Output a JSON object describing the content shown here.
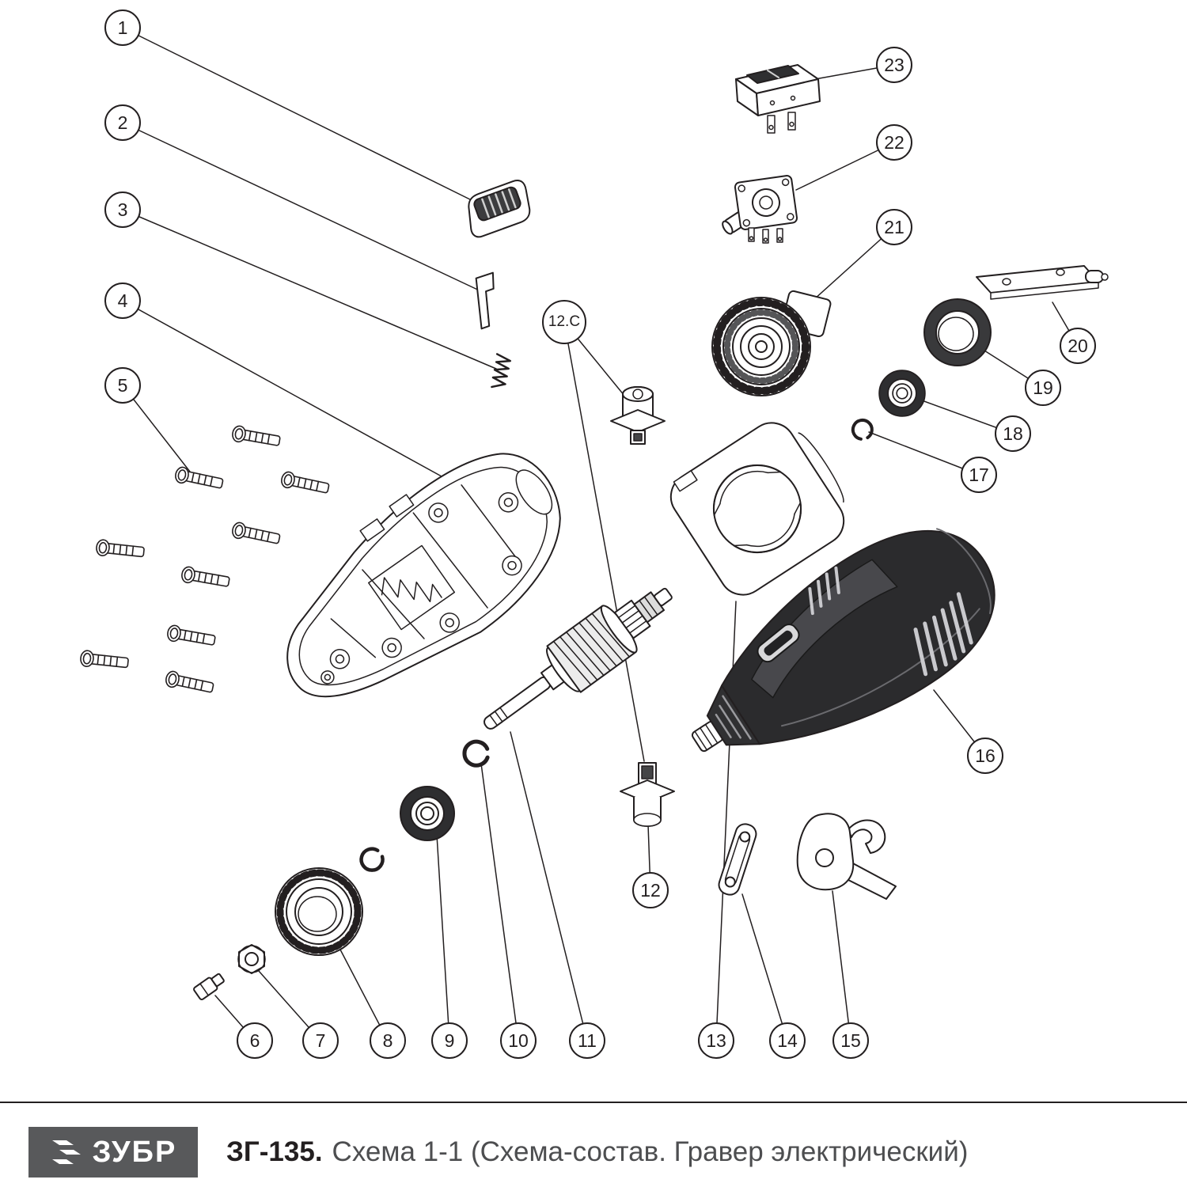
{
  "colors": {
    "ink": "#231f20",
    "background": "#ffffff",
    "brand_box": "#58595b",
    "housing_dark": "#2b2b2d"
  },
  "callouts": [
    {
      "label": "1"
    },
    {
      "label": "2"
    },
    {
      "label": "3"
    },
    {
      "label": "4"
    },
    {
      "label": "5"
    },
    {
      "label": "6"
    },
    {
      "label": "7"
    },
    {
      "label": "8"
    },
    {
      "label": "9"
    },
    {
      "label": "10"
    },
    {
      "label": "11"
    },
    {
      "label": "12"
    },
    {
      "label": "13"
    },
    {
      "label": "14"
    },
    {
      "label": "15"
    },
    {
      "label": "16"
    },
    {
      "label": "17"
    },
    {
      "label": "18"
    },
    {
      "label": "19"
    },
    {
      "label": "20"
    },
    {
      "label": "21"
    },
    {
      "label": "22"
    },
    {
      "label": "23"
    },
    {
      "label": "12.C"
    }
  ],
  "footer": {
    "brand": "ЗУБР",
    "model": "ЗГ-135.",
    "subtitle": "Схема 1-1 (Схема-состав. Гравер электрический)"
  }
}
